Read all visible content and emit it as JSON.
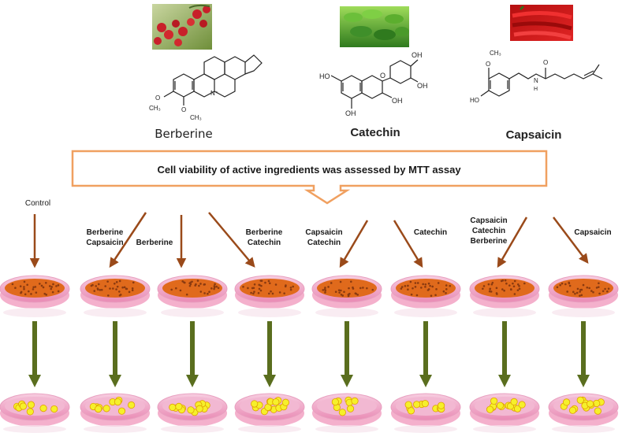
{
  "compounds": [
    {
      "name": "Berberine",
      "photo": "red-berries",
      "photo_colors": [
        "#c8202a",
        "#4f8a3a",
        "#e6d9b0"
      ]
    },
    {
      "name": "Catechin",
      "photo": "tea-leaves",
      "photo_colors": [
        "#3f8f2a",
        "#2a6a1c",
        "#8fcf4a"
      ]
    },
    {
      "name": "Capsaicin",
      "photo": "red-chili-peppers",
      "photo_colors": [
        "#d01818",
        "#a00c0c",
        "#5a7a2a"
      ]
    }
  ],
  "structure_labels": {
    "berberine": {
      "methoxy_1": "O",
      "methoxy_1_group": "CH₃",
      "methoxy_2": "O",
      "methoxy_2_group": "CH₃",
      "nitrogen": "N⁺"
    },
    "catechin": {
      "oh_top_1": "OH",
      "oh_top_2": "OH",
      "oh_left": "HO",
      "oh_bottom": "OH",
      "oh_ring": "OH",
      "ring_oxygen": "O"
    },
    "capsaicin": {
      "methoxy": "O",
      "methoxy_group": "CH₃",
      "hydroxyl": "HO",
      "amide_h": "N",
      "amide_h2": "H",
      "carbonyl": "O"
    }
  },
  "assay_box": {
    "text": "Cell viability of active ingredients was assessed by MTT assay"
  },
  "groups": [
    {
      "label": [
        "Control"
      ]
    },
    {
      "label": [
        "Berberine",
        "Capsaicin"
      ]
    },
    {
      "label": [
        "Berberine"
      ]
    },
    {
      "label": [
        "Berberine",
        "Catechin"
      ]
    },
    {
      "label": [
        "Capsaicin",
        "Catechin"
      ]
    },
    {
      "label": [
        "Catechin"
      ]
    },
    {
      "label": [
        "Capsaicin",
        "Catechin",
        "Berberine"
      ]
    },
    {
      "label": [
        "Capsaicin"
      ]
    }
  ],
  "colors": {
    "box_border": "#f0a060",
    "treatment_arrow": "#9a4a1a",
    "process_arrow": "#5a6e1e",
    "dish_rim": "#e8a0c0",
    "dish_base": "#f4b0cc",
    "cells_before": "#e06a1c",
    "cell_dot": "#8a3a10",
    "cells_after": "#f6f02a",
    "cell_after_dot": "#e0a000"
  }
}
